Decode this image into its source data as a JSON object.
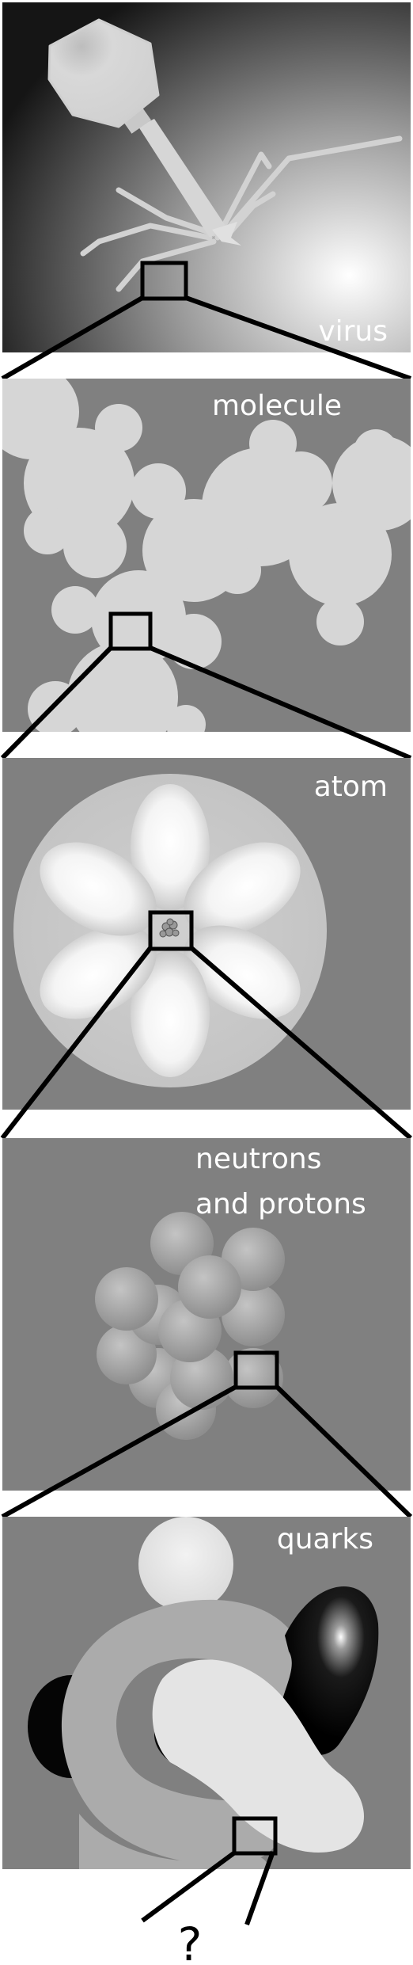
{
  "panels": [
    {
      "id": "virus",
      "label": "virus"
    },
    {
      "id": "molecule",
      "label": "molecule"
    },
    {
      "id": "atom",
      "label": "atom"
    },
    {
      "id": "nucleus",
      "label_lines": [
        "neutrons",
        "and protons"
      ]
    },
    {
      "id": "quarks",
      "label": "quarks"
    }
  ],
  "question_mark": "?",
  "colors": {
    "panel_gray": "#808080",
    "light_gray": "#d6d6d6",
    "line": "#000000",
    "label_text": "#ffffff",
    "question_text": "#000000"
  }
}
